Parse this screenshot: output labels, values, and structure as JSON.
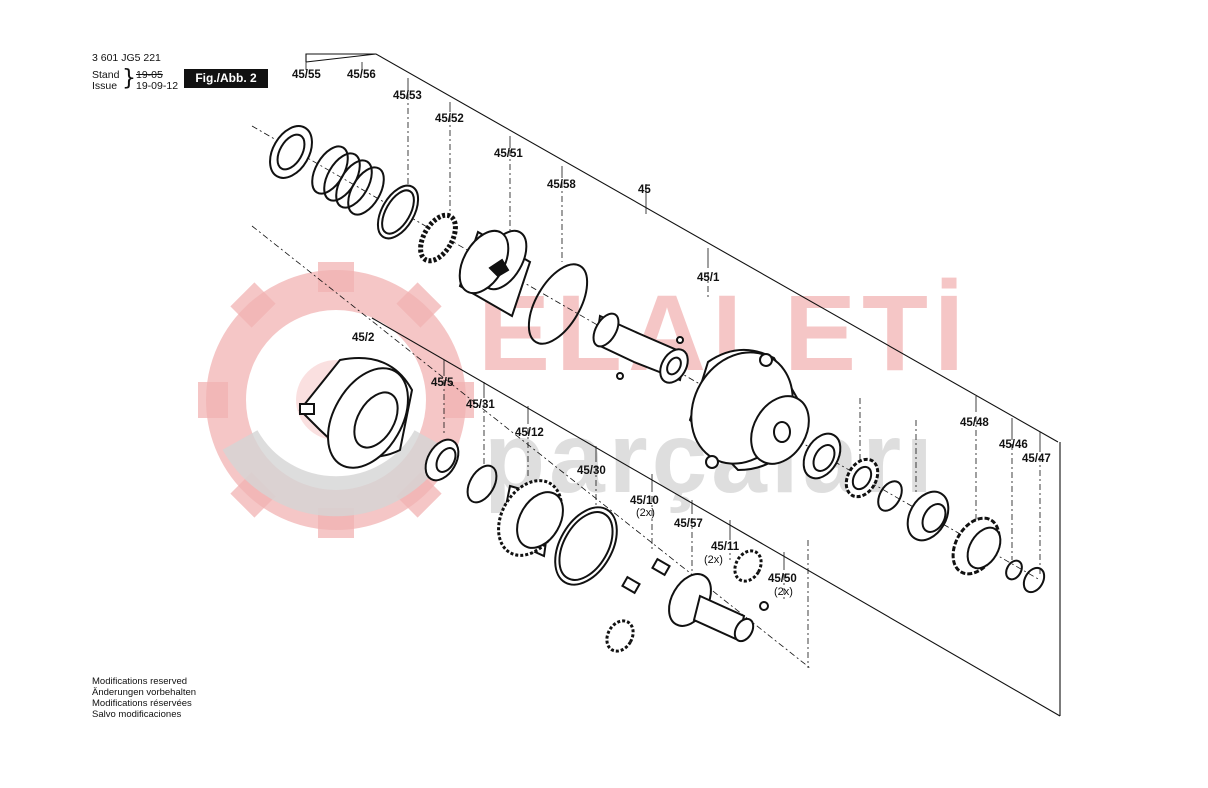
{
  "header": {
    "doc_number": "3 601 JG5 221",
    "stand_label": "Stand",
    "stand_value": "19-05",
    "issue_label": "Issue",
    "issue_value": "19-09-12",
    "figure_badge": "Fig./Abb. 2"
  },
  "watermark": {
    "brand": "ELALETİ",
    "sub": "parçaları",
    "colors": {
      "red": "#f2b3b3",
      "gray": "#d4d4d4"
    }
  },
  "parts": [
    {
      "label": "45/55"
    },
    {
      "label": "45/56"
    },
    {
      "label": "45/53"
    },
    {
      "label": "45/52"
    },
    {
      "label": "45/51"
    },
    {
      "label": "45/58"
    },
    {
      "label": "45"
    },
    {
      "label": "45/1"
    },
    {
      "label": "45/2"
    },
    {
      "label": "45/5"
    },
    {
      "label": "45/31"
    },
    {
      "label": "45/12"
    },
    {
      "label": "45/30"
    },
    {
      "label": "45/10",
      "qty": "(2x)"
    },
    {
      "label": "45/57"
    },
    {
      "label": "45/11",
      "qty": "(2x)"
    },
    {
      "label": "45/50",
      "qty": "(2x)"
    },
    {
      "label": "45/48"
    },
    {
      "label": "45/46"
    },
    {
      "label": "45/47"
    }
  ],
  "notes": [
    "Modifications reserved",
    "Änderungen vorbehalten",
    "Modifications réservées",
    "Salvo modificaciones"
  ]
}
